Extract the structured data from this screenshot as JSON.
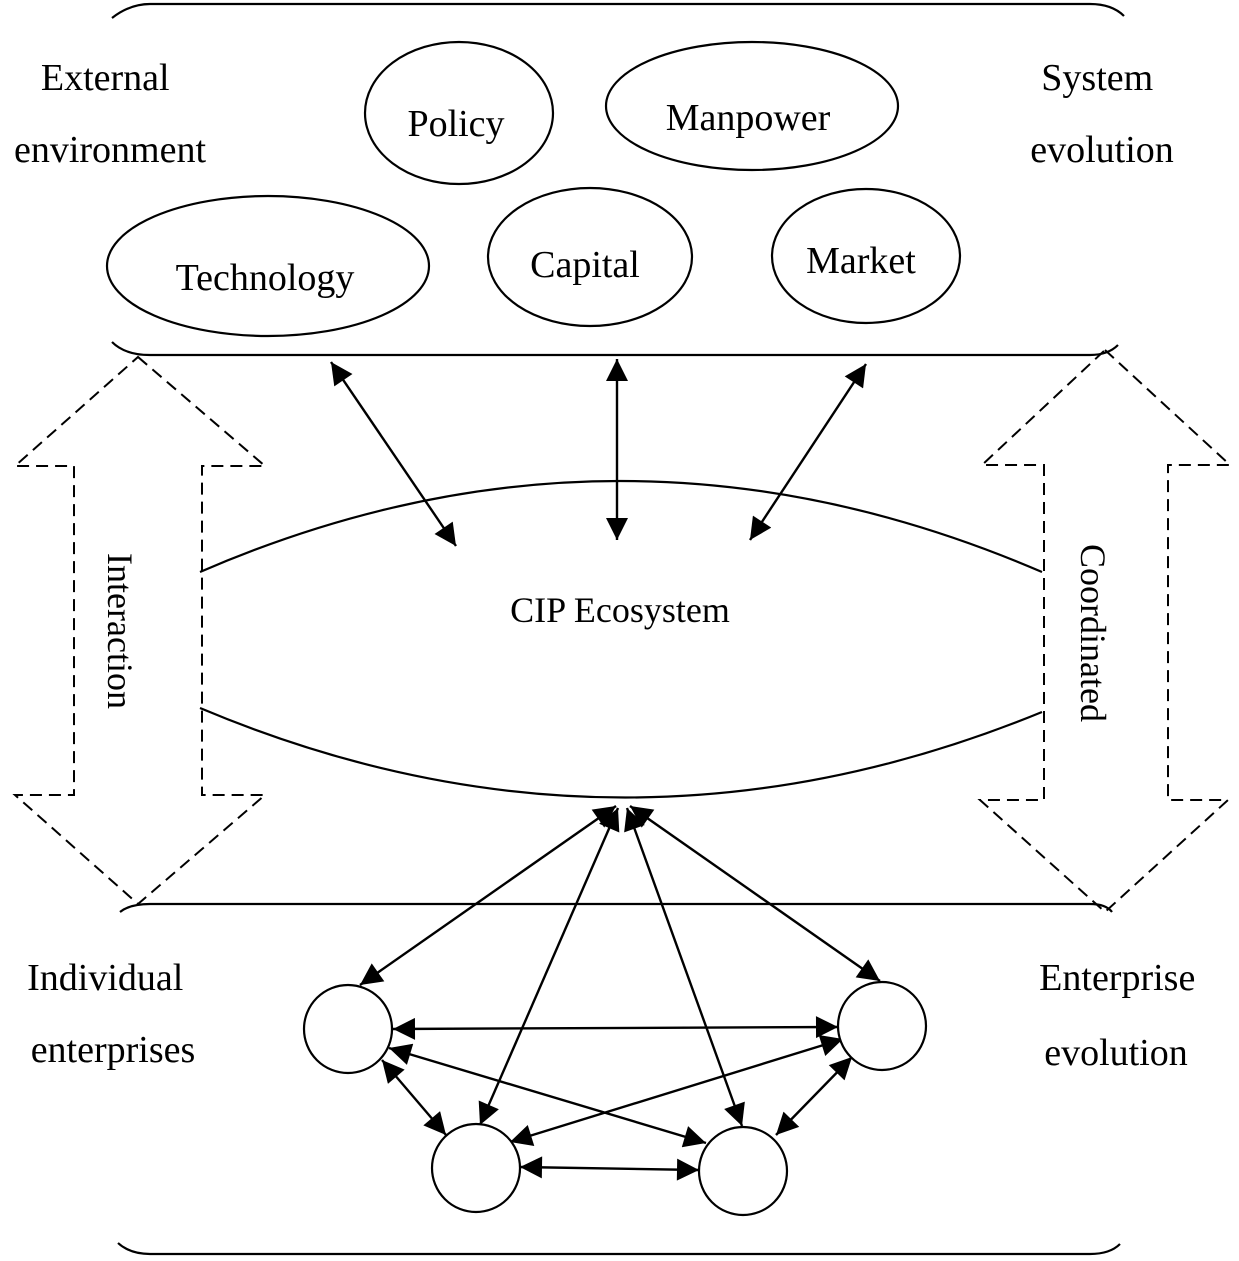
{
  "external_label": [
    "External",
    "environment"
  ],
  "system_label": [
    "System",
    "evolution"
  ],
  "individual_label": [
    "Individual",
    "enterprises"
  ],
  "enterprise_label": [
    "Enterprise",
    "evolution"
  ],
  "factors": {
    "policy": "Policy",
    "manpower": "Manpower",
    "technology": "Technology",
    "capital": "Capital",
    "market": "Market"
  },
  "ecosystem": "CIP Ecosystem",
  "interaction": "Interaction",
  "coordinated": "Coordinated",
  "colors": {
    "stroke": "#000000",
    "background": "#ffffff"
  }
}
